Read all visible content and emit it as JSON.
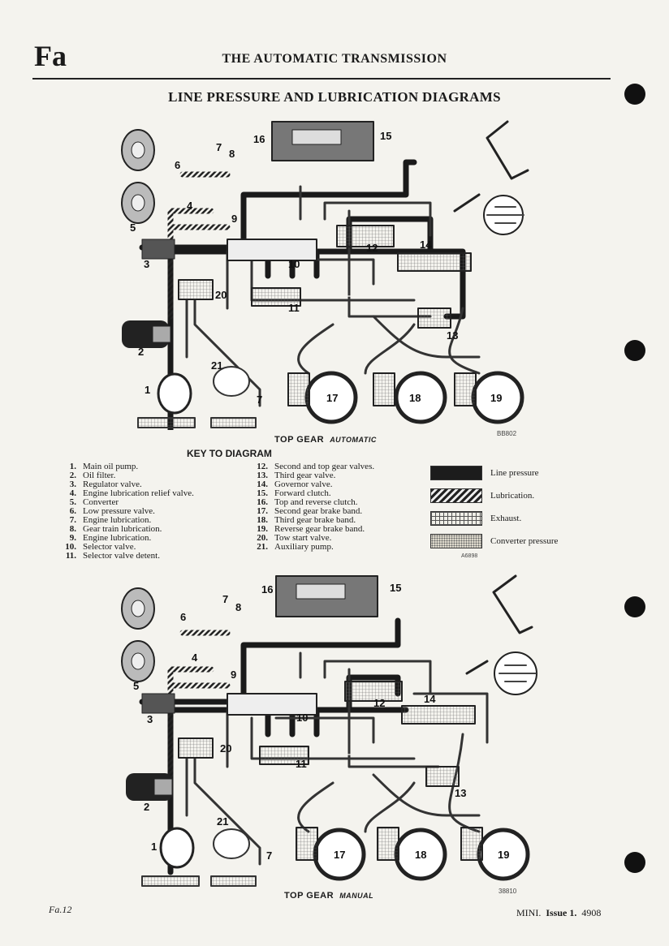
{
  "header": {
    "section_mark": "Fa",
    "title": "THE AUTOMATIC TRANSMISSION"
  },
  "page_title": "LINE PRESSURE AND LUBRICATION DIAGRAMS",
  "diagram_top": {
    "caption_main": "TOP GEAR",
    "caption_mode": "AUTOMATIC",
    "code": "BB802"
  },
  "key": {
    "title": "KEY TO DIAGRAM",
    "items_left": [
      {
        "num": "1.",
        "text": "Main oil pump."
      },
      {
        "num": "2.",
        "text": "Oil filter."
      },
      {
        "num": "3.",
        "text": "Regulator valve."
      },
      {
        "num": "4.",
        "text": "Engine lubrication relief valve."
      },
      {
        "num": "5.",
        "text": "Converter"
      },
      {
        "num": "6.",
        "text": "Low pressure valve."
      },
      {
        "num": "7.",
        "text": "Engine lubrication."
      },
      {
        "num": "8.",
        "text": "Gear train lubrication."
      },
      {
        "num": "9.",
        "text": "Engine lubrication."
      },
      {
        "num": "10.",
        "text": "Selector valve."
      },
      {
        "num": "11.",
        "text": "Selector valve detent."
      }
    ],
    "items_right": [
      {
        "num": "12.",
        "text": "Second and top gear valves."
      },
      {
        "num": "13.",
        "text": "Third gear valve."
      },
      {
        "num": "14.",
        "text": "Governor valve."
      },
      {
        "num": "15.",
        "text": "Forward clutch."
      },
      {
        "num": "16.",
        "text": "Top and reverse clutch."
      },
      {
        "num": "17.",
        "text": "Second gear brake band."
      },
      {
        "num": "18.",
        "text": "Third gear brake band."
      },
      {
        "num": "19.",
        "text": "Reverse gear brake band."
      },
      {
        "num": "20.",
        "text": "Tow start valve."
      },
      {
        "num": "21.",
        "text": "Auxiliary pump."
      }
    ]
  },
  "legend": {
    "items": [
      {
        "label": "Line pressure"
      },
      {
        "label": "Lubrication."
      },
      {
        "label": "Exhaust."
      },
      {
        "label": "Converter pressure"
      }
    ],
    "code": "A6898"
  },
  "diagram_bottom": {
    "caption_main": "TOP GEAR",
    "caption_mode": "MANUAL",
    "code": "38810"
  },
  "diagram_labels": [
    "1",
    "2",
    "3",
    "4",
    "5",
    "6",
    "7",
    "8",
    "9",
    "10",
    "11",
    "12",
    "13",
    "14",
    "15",
    "16",
    "17",
    "18",
    "19",
    "20",
    "21"
  ],
  "footer": {
    "left": "Fa.12",
    "model": "MINI.",
    "issue": "Issue 1.",
    "number": "4908"
  }
}
